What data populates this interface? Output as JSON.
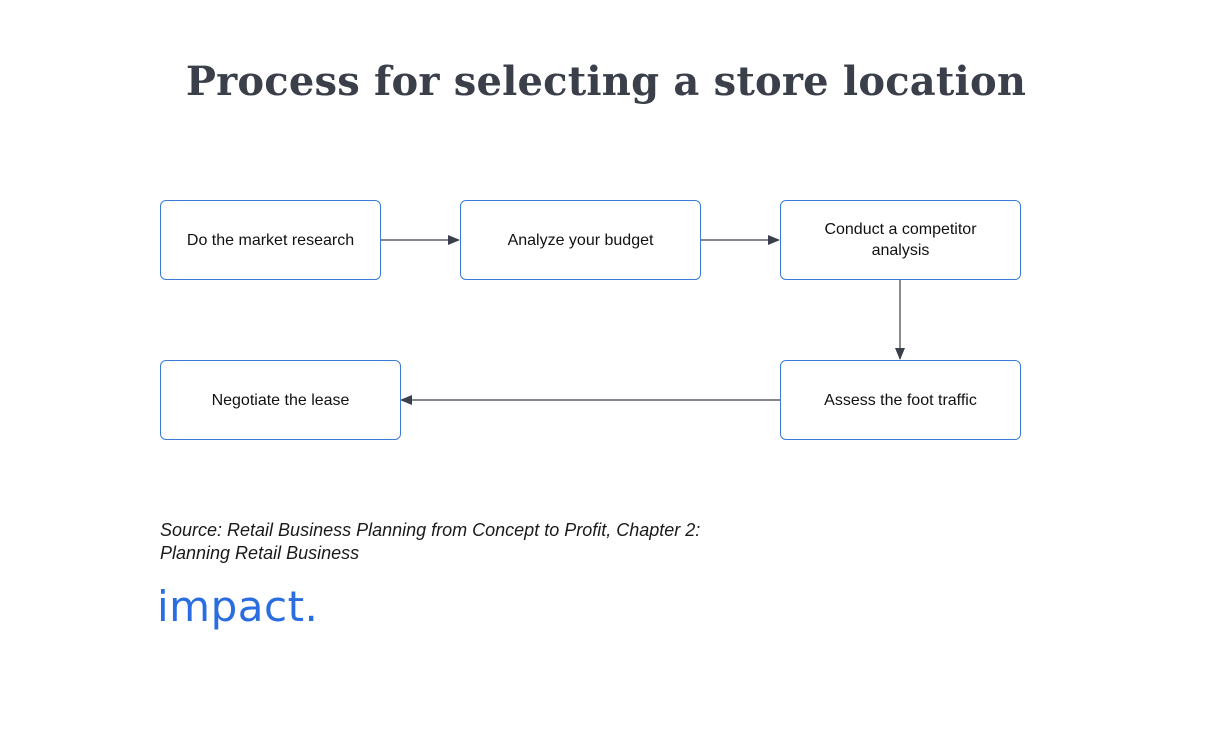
{
  "title": "Process for selecting a store location",
  "nodes": {
    "market_research": "Do the market research",
    "budget": "Analyze your budget",
    "competitor": "Conduct a competitor analysis",
    "foot_traffic": "Assess the foot traffic",
    "lease": "Negotiate the lease"
  },
  "edges": [
    {
      "from": "market_research",
      "to": "budget"
    },
    {
      "from": "budget",
      "to": "competitor"
    },
    {
      "from": "competitor",
      "to": "foot_traffic"
    },
    {
      "from": "foot_traffic",
      "to": "lease"
    }
  ],
  "source": "Source: Retail Business Planning from Concept to Profit, Chapter 2: Planning Retail Business",
  "logo": "impact.",
  "colors": {
    "box_border": "#3a7bd5",
    "arrow": "#3a3f4a",
    "title": "#3a3f4a",
    "logo": "#2a6de0"
  }
}
